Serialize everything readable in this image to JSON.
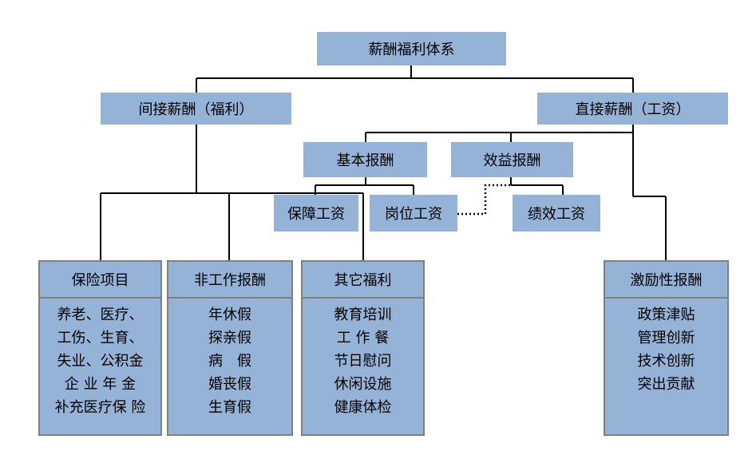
{
  "root": "薪酬福利体系",
  "indirect": "间接薪酬（福利）",
  "direct": "直接薪酬（工资）",
  "basic_pay": "基本报酬",
  "benefit_pay": "效益报酬",
  "security_wage": "保障工资",
  "post_wage": "岗位工资",
  "performance_wage": "绩效工资",
  "panels": {
    "insurance": {
      "title": "保险项目",
      "items": [
        "养老、医疗、",
        "工伤、生育、",
        "失业、公积金",
        "企 业 年 金",
        "补充医疗保 险"
      ]
    },
    "nonwork": {
      "title": "非工作报酬",
      "items": [
        "年休假",
        "探亲假",
        "病　假",
        "婚丧假",
        "生育假"
      ]
    },
    "other": {
      "title": "其它福利",
      "items": [
        "教育培训",
        "工 作 餐",
        "节日慰问",
        "休闲设施",
        "健康体检"
      ]
    },
    "incentive": {
      "title": "激励性报酬",
      "items": [
        "政策津贴",
        "管理创新",
        "技术创新",
        "突出贡献"
      ]
    }
  }
}
